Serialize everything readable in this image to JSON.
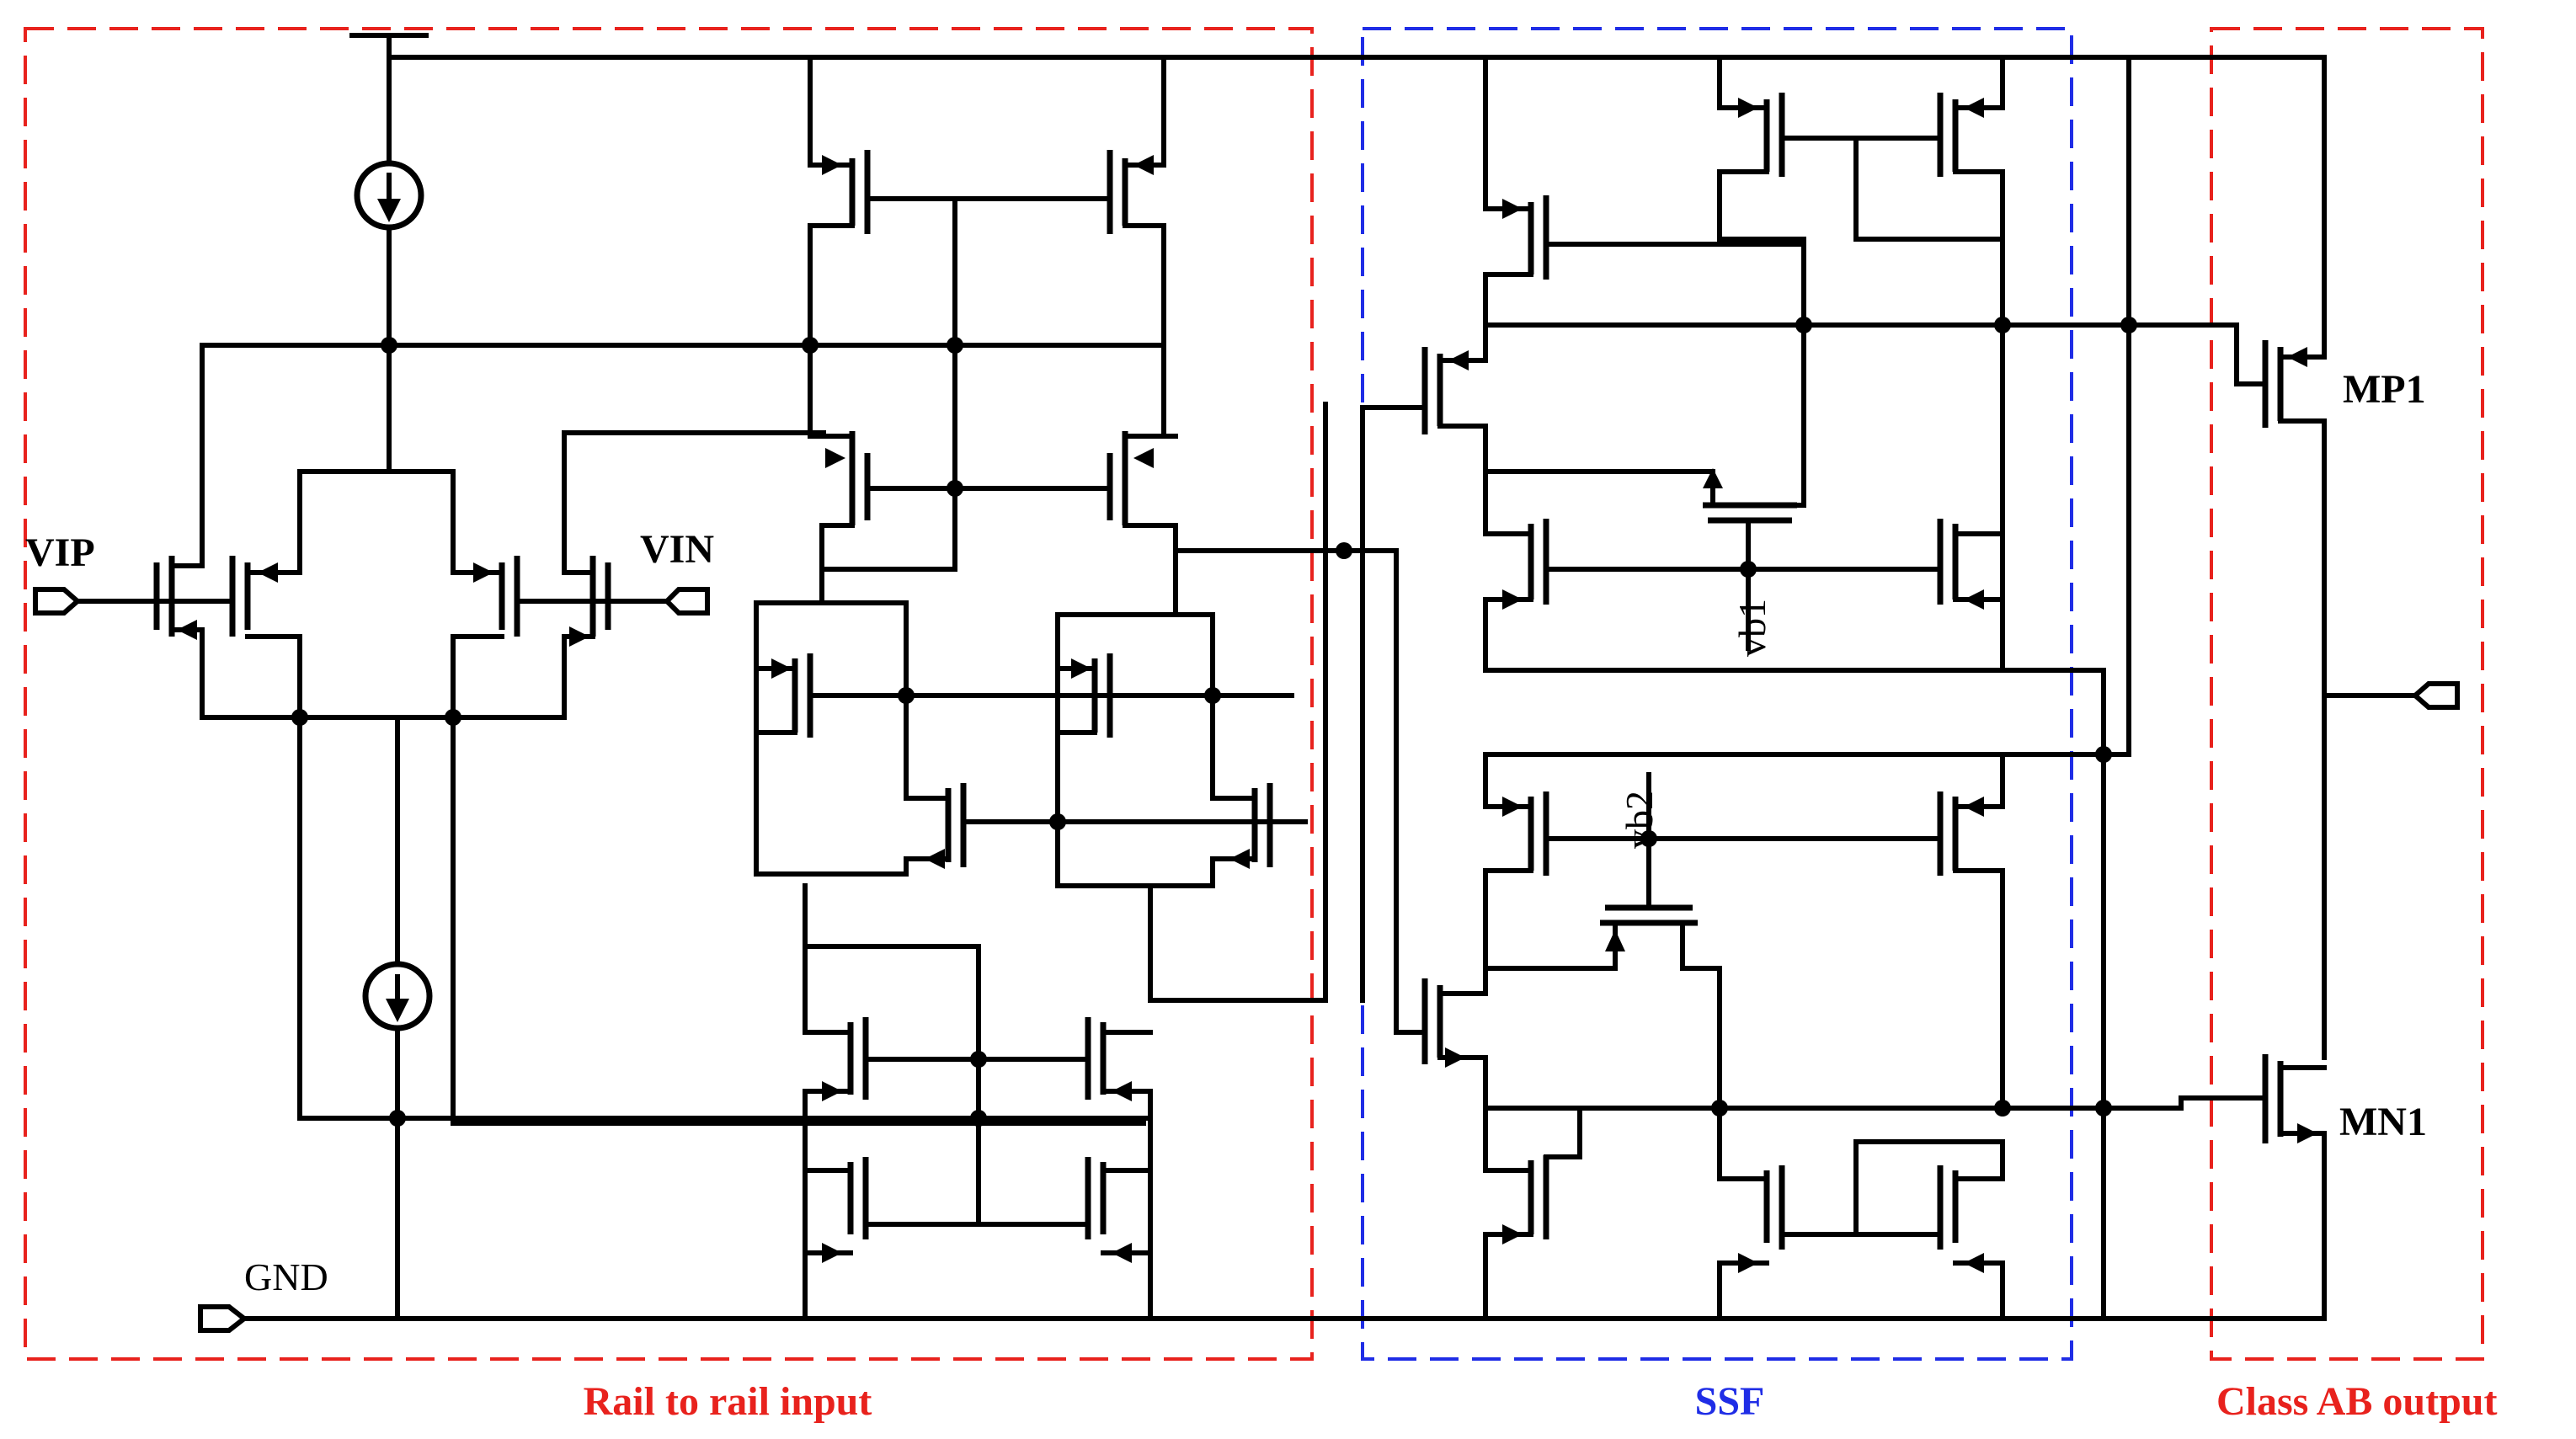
{
  "colors": {
    "rail_box": "#e8221d",
    "ssf_box": "#1f2de6",
    "ink": "#000000"
  },
  "labels": {
    "vip": "VIP",
    "vin": "VIN",
    "gnd": "GND",
    "mp1": "MP1",
    "mn1": "MN1",
    "vb1": "vb1",
    "vb2": "vb2"
  },
  "sections": {
    "rail_to_rail": "Rail to rail input",
    "ssf": "SSF",
    "class_ab": "Class AB output"
  }
}
